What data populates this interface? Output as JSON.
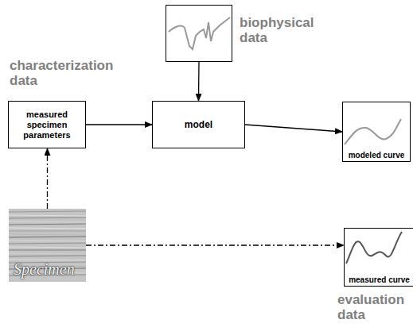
{
  "diagram": {
    "nodes": [
      {
        "text": [
          "biophysical data"
        ]
      },
      {
        "text": [
          "characterization data",
          "measured specimen parameters"
        ]
      },
      {
        "text": [
          "model"
        ]
      },
      {
        "text": [
          "modeled curve"
        ]
      },
      {
        "text": [
          "Specimen"
        ]
      },
      {
        "text": [
          "measured curve",
          "evaluation data"
        ]
      }
    ],
    "edges": [
      {
        "from": 0,
        "to": 2,
        "arrow": "to"
      },
      {
        "from": 1,
        "to": 2,
        "arrow": "to"
      },
      {
        "from": 2,
        "to": 3,
        "arrow": "to"
      },
      {
        "from": 4,
        "to": 1,
        "arrow": "to"
      },
      {
        "from": 4,
        "to": 5,
        "arrow": "to"
      }
    ]
  }
}
